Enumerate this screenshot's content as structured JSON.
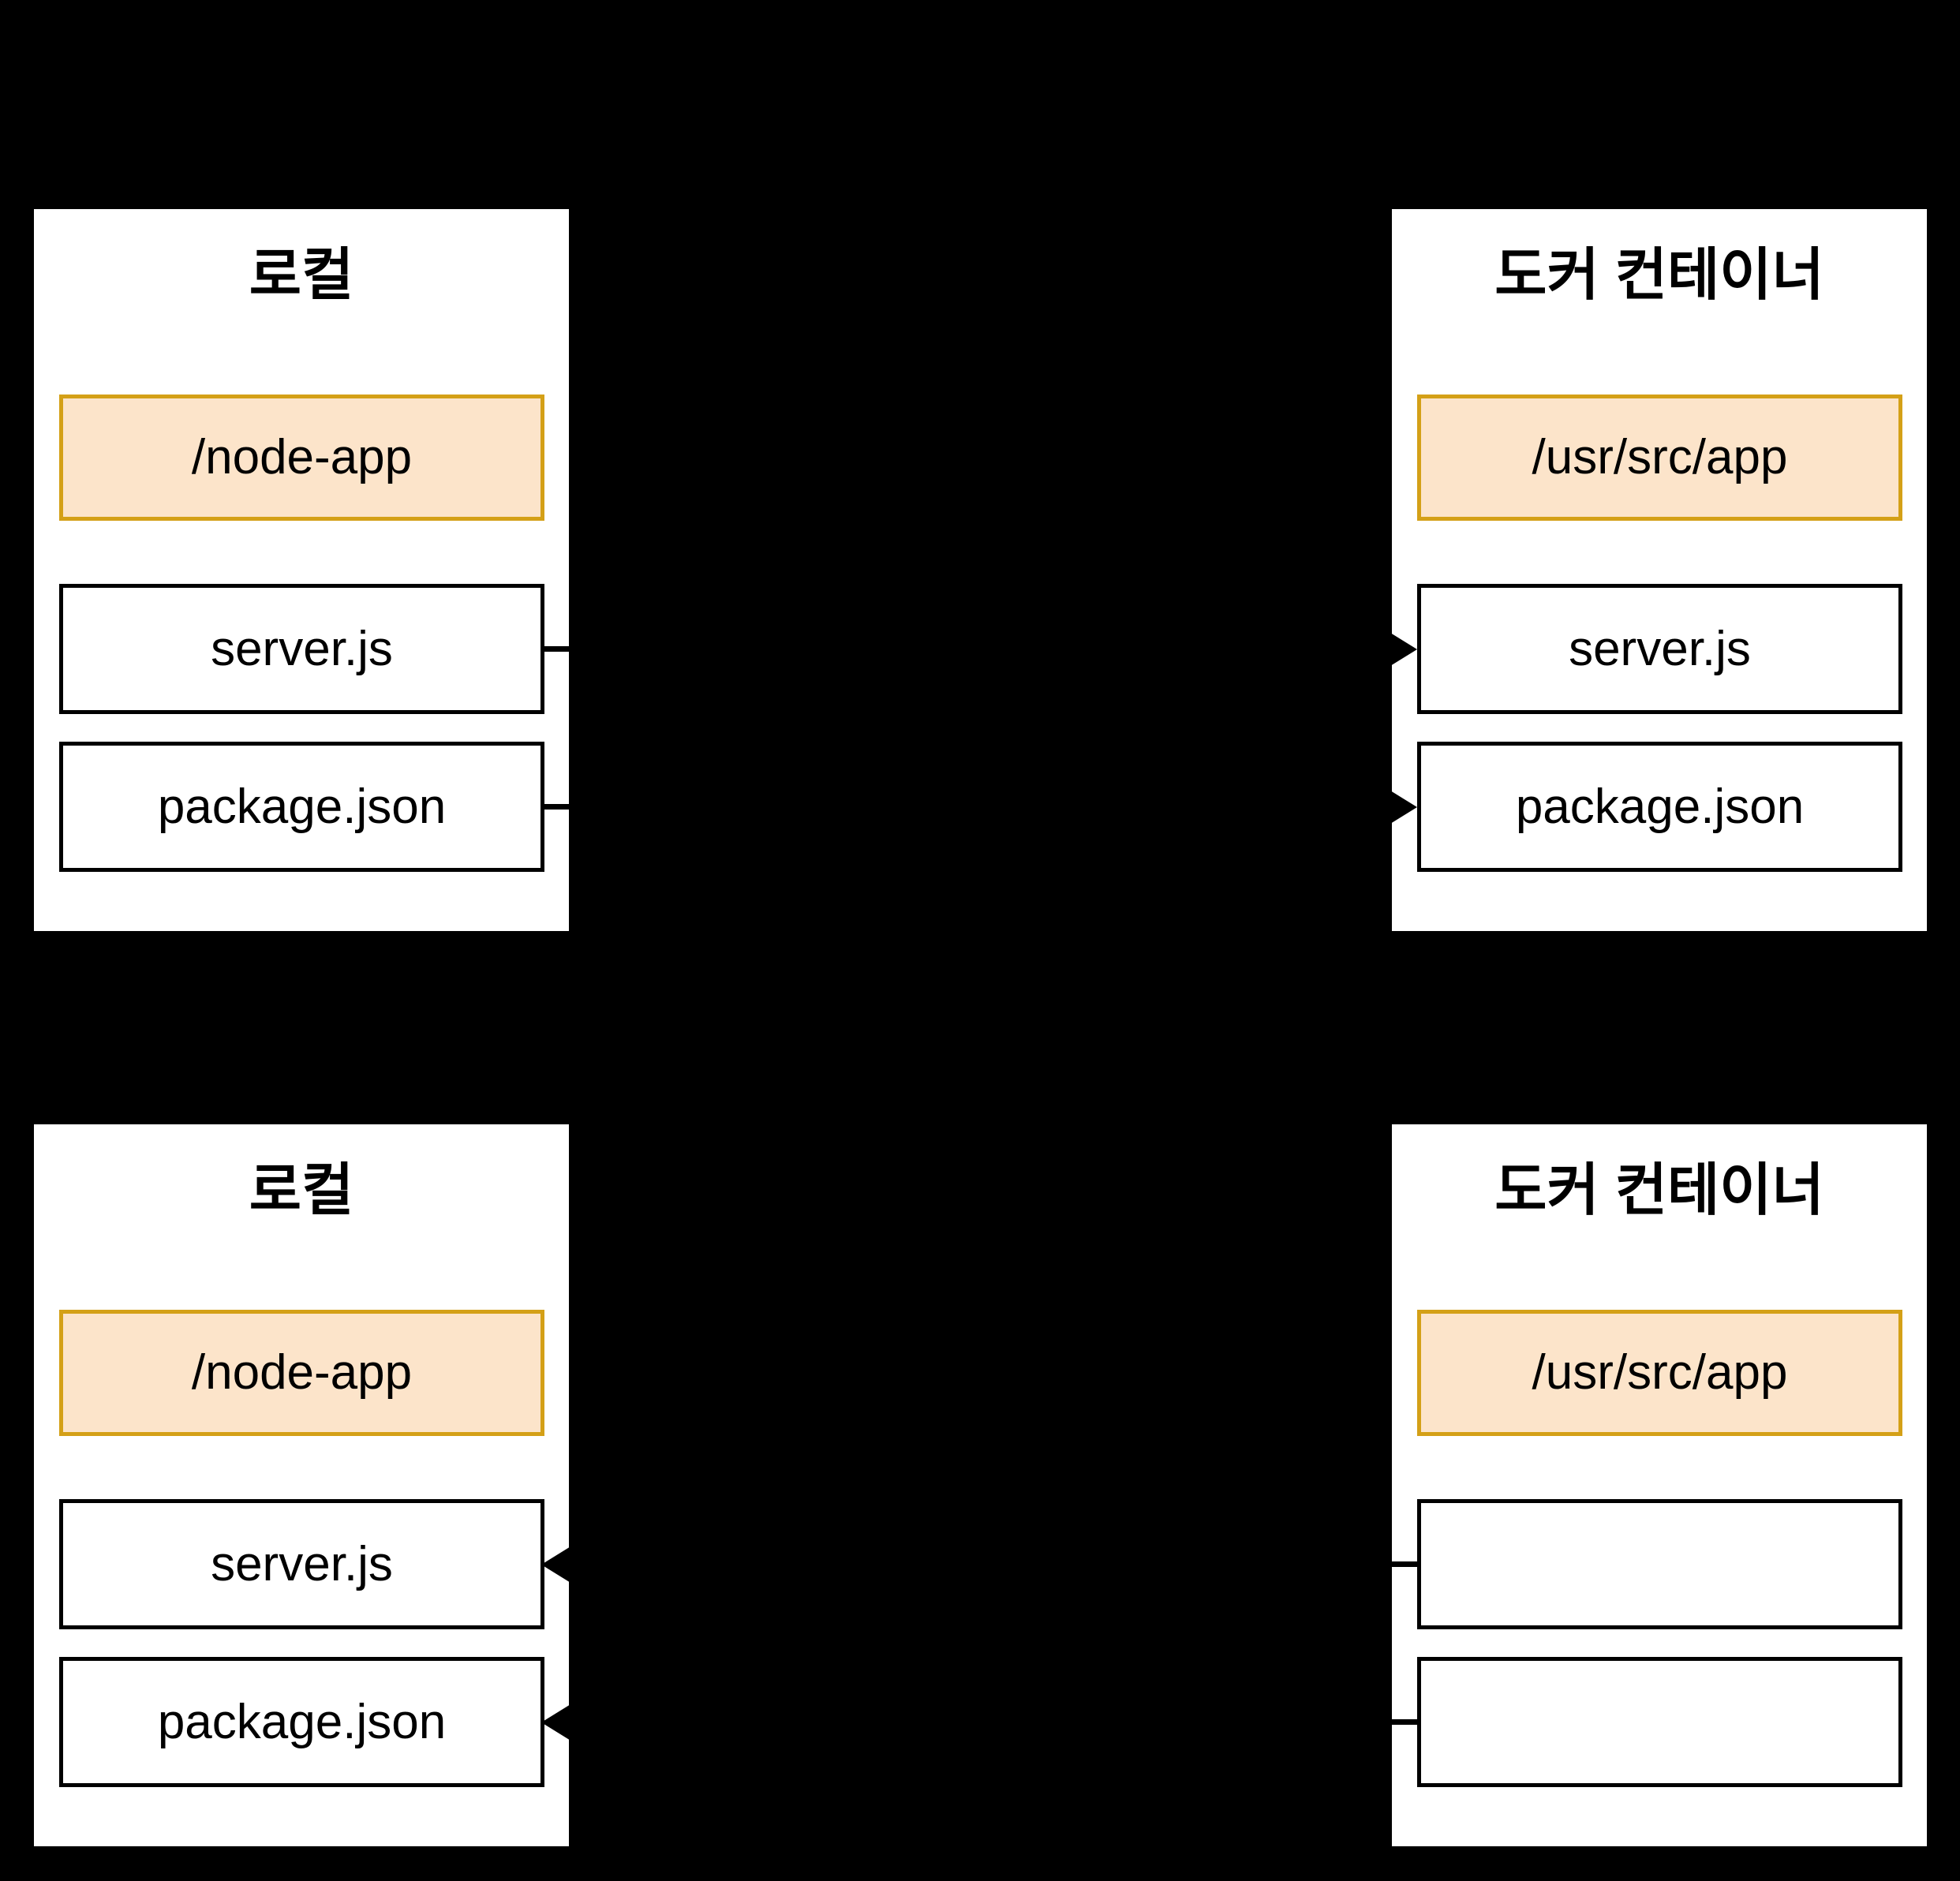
{
  "diagram": {
    "background_color": "#000000",
    "panel_color": "#ffffff",
    "highlight_fill": "#fce4ca",
    "highlight_border": "#d4a017",
    "box_border": "#000000"
  },
  "rows": [
    {
      "id": "row-top",
      "left_panel": {
        "title": "로컬",
        "path": "/node-app",
        "files": [
          "server.js",
          "package.json"
        ]
      },
      "right_panel": {
        "title": "도커 컨테이너",
        "path": "/usr/src/app",
        "files": [
          "server.js",
          "package.json"
        ]
      },
      "flow_direction": "left-to-right"
    },
    {
      "id": "row-bottom",
      "left_panel": {
        "title": "로컬",
        "path": "/node-app",
        "files": [
          "server.js",
          "package.json"
        ]
      },
      "right_panel": {
        "title": "도커 컨테이너",
        "path": "/usr/src/app",
        "files": [
          "",
          ""
        ]
      },
      "flow_direction": "right-to-left"
    }
  ]
}
